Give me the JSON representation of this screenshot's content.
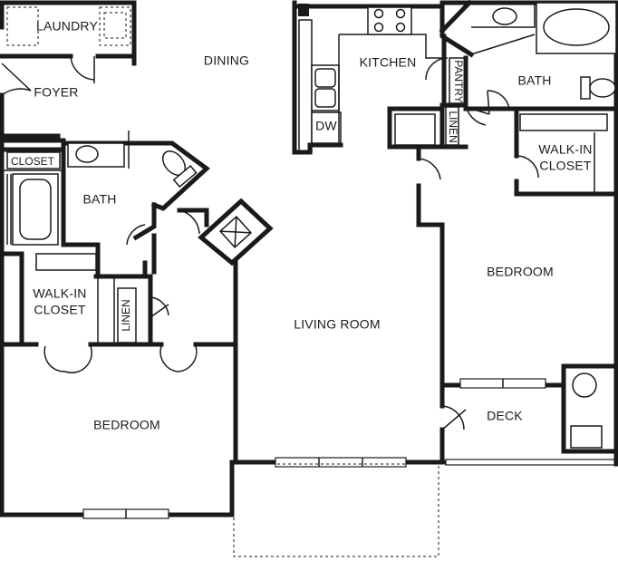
{
  "rooms": {
    "laundry": "LAUNDRY",
    "dining": "DINING",
    "kitchen": "KITCHEN",
    "pantry": "PANTRY",
    "bath_top": "BATH",
    "foyer": "FOYER",
    "linen_kitchen": "LINEN",
    "dw": "DW",
    "walkin_right": [
      "WALK-IN",
      "CLOSET"
    ],
    "closet_left": "CLOSET",
    "bath_left": "BATH",
    "bedroom_right": "BEDROOM",
    "walkin_left": [
      "WALK-IN",
      "CLOSET"
    ],
    "linen_hall": "LINEN",
    "living_room": "LIVING ROOM",
    "deck": "DECK",
    "bedroom_left": "BEDROOM"
  }
}
